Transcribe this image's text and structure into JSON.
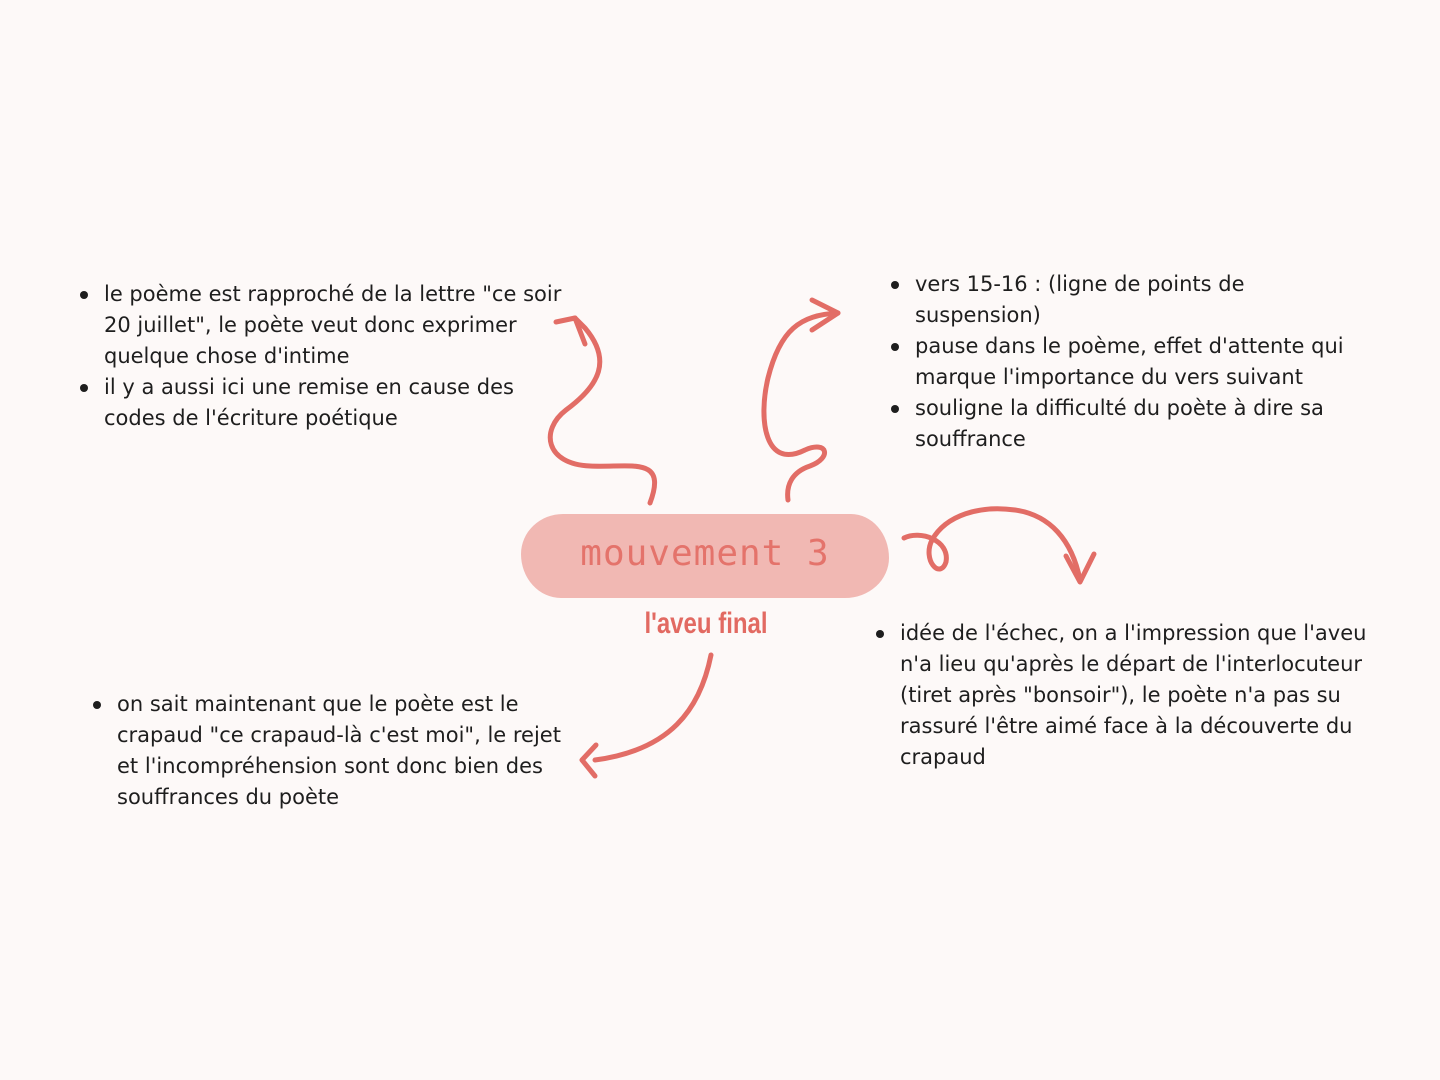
{
  "center": {
    "title": "mouvement 3",
    "subtitle": "l'aveu final"
  },
  "notes": {
    "top_left": [
      "le poème est rapproché de la lettre \"ce soir 20 juillet\", le poète veut donc exprimer quelque chose d'intime",
      "il y a aussi ici une remise en cause des codes de l'écriture poétique"
    ],
    "top_right": [
      "vers 15-16 : (ligne de points de suspension)",
      "pause dans le poème, effet d'attente qui marque l'importance du vers suivant",
      "souligne la difficulté du poète à dire sa souffrance"
    ],
    "bottom_left": [
      "on sait maintenant que le poète est le crapaud \"ce crapaud-là c'est moi\", le rejet et l'incompréhension sont donc bien des souffrances du poète"
    ],
    "bottom_right": [
      "idée de l'échec, on a l'impression que l'aveu n'a lieu qu'après le départ de l'interlocuteur (tiret après \"bonsoir\"), le poète n'a pas su rassuré l'être aimé face à la découverte du crapaud"
    ]
  },
  "colors": {
    "accent": "#e26d66",
    "pill": "#f1b8b3",
    "background": "#fdf9f8"
  }
}
